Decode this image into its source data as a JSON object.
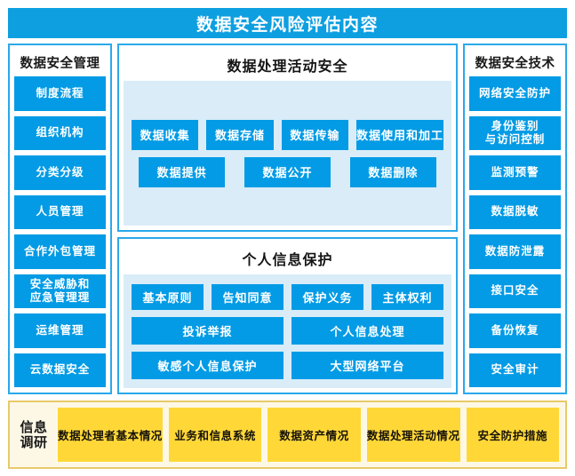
{
  "header": {
    "title": "数据安全风险评估内容",
    "accent": "#0d9fe0"
  },
  "left_panel": {
    "title": "数据安全管理",
    "items": [
      {
        "label": "制度流程"
      },
      {
        "label": "组织机构"
      },
      {
        "label": "分类分级"
      },
      {
        "label": "人员管理"
      },
      {
        "label": "合作外包管理"
      },
      {
        "label": "安全威胁和\n应急管理理"
      },
      {
        "label": "运维管理"
      },
      {
        "label": "云数据安全"
      }
    ]
  },
  "right_panel": {
    "title": "数据安全技术",
    "items": [
      {
        "label": "网络安全防护"
      },
      {
        "label": "身份鉴别\n与访问控制"
      },
      {
        "label": "监测预警"
      },
      {
        "label": "数据脱敏"
      },
      {
        "label": "数据防泄露"
      },
      {
        "label": "接口安全"
      },
      {
        "label": "备份恢复"
      },
      {
        "label": "安全审计"
      }
    ]
  },
  "center_top_panel": {
    "title": "数据处理活动安全",
    "row1": [
      {
        "label": "数据收集"
      },
      {
        "label": "数据存储"
      },
      {
        "label": "数据传输"
      },
      {
        "label": "数据使用和加工"
      }
    ],
    "row2": [
      {
        "label": "数据提供"
      },
      {
        "label": "数据公开"
      },
      {
        "label": "数据删除"
      }
    ]
  },
  "center_bottom_panel": {
    "title": "个人信息保护",
    "row1": [
      {
        "label": "基本原则"
      },
      {
        "label": "告知同意"
      },
      {
        "label": "保护义务"
      },
      {
        "label": "主体权利"
      }
    ],
    "row2": [
      {
        "label": "投诉举报"
      },
      {
        "label": "个人信息处理"
      }
    ],
    "row3": [
      {
        "label": "敏感个人信息保护"
      },
      {
        "label": "大型网络平台"
      }
    ]
  },
  "survey_bar": {
    "label": "信息\n调研",
    "accent": "#ffd838",
    "items": [
      {
        "label": "数据处理者基本情况"
      },
      {
        "label": "业务和信息系统"
      },
      {
        "label": "数据资产情况"
      },
      {
        "label": "数据处理活动情况"
      },
      {
        "label": "安全防护措施"
      }
    ]
  }
}
